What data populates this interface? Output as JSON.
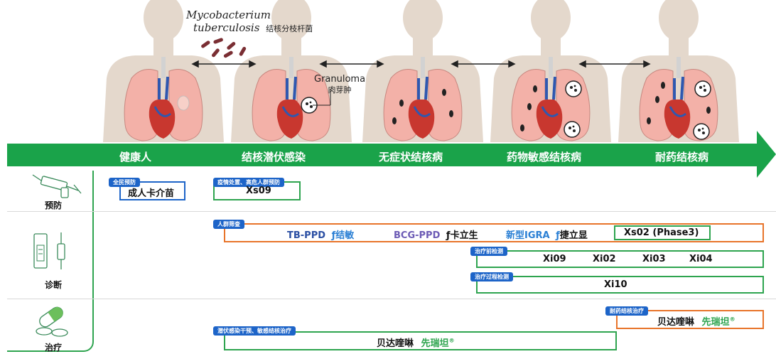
{
  "header": {
    "pathogen_line1": "Mycobacterium",
    "pathogen_line2": "tuberculosis",
    "pathogen_cn": "结核分枝杆菌",
    "granuloma_en": "Granuloma",
    "granuloma_cn": "肉芽肿"
  },
  "stages": [
    "健康人",
    "结核潜伏感染",
    "无症状结核病",
    "药物敏感结核病",
    "耐药结核病"
  ],
  "categories": {
    "prevention": "预防",
    "diagnosis": "诊断",
    "treatment": "治疗"
  },
  "prevention": {
    "tag1": "全民预防",
    "product1": "成人卡介苗",
    "tag2": "疫情处置、高危人群预防",
    "product2": "Xs09"
  },
  "diagnosis": {
    "screen_tag": "人群筛查",
    "tbppd": "TB-PPD",
    "tbppd_brand": "结敏",
    "bcgppd": "BCG-PPD",
    "bcgppd_brand": "卡立生",
    "igra": "新型IGRA",
    "igra_brand": "捷立显",
    "xs02": "Xs02 (Phase3)",
    "pretreat_tag": "治疗前检测",
    "pretreat_items": [
      "Xi09",
      "Xi02",
      "Xi03",
      "Xi04"
    ],
    "during_tag": "治疗过程检测",
    "during_item": "Xi10"
  },
  "treatment": {
    "latent_tag": "潜伏感染干预、敏感结核治疗",
    "latent_drug": "贝达喹啉",
    "latent_brand": "先瑞坦",
    "mdr_tag": "耐药结核治疗",
    "mdr_drug": "贝达喹啉",
    "mdr_brand": "先瑞坦",
    "reg_mark": "®"
  },
  "colors": {
    "arrow_green": "#1aa34a",
    "tag_blue": "#1d64c8",
    "box_blue": "#1d64c8",
    "box_green": "#2ea44f",
    "box_orange": "#e8742a",
    "side_green": "#2ea44f"
  }
}
